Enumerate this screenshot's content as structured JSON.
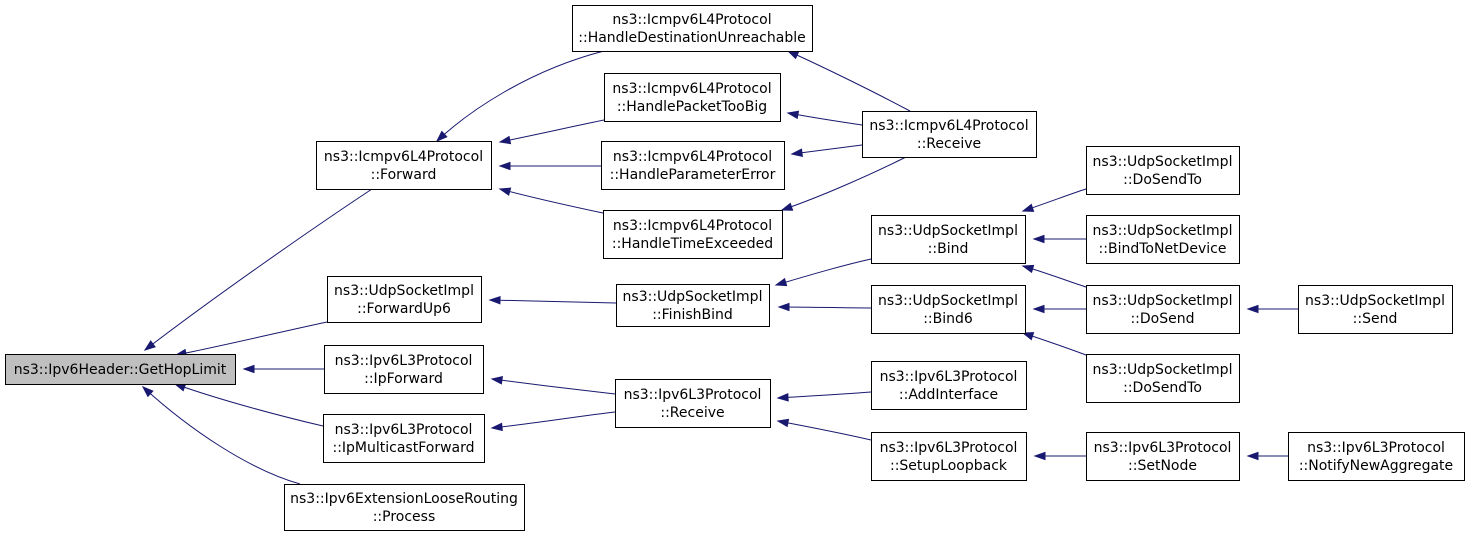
{
  "diagram": {
    "nodes": {
      "n_root": [
        "ns3::Ipv6Header::GetHopLimit"
      ],
      "n_fwd": [
        "ns3::Icmpv6L4Protocol",
        "::Forward"
      ],
      "n_udpfu": [
        "ns3::UdpSocketImpl",
        "::ForwardUp6"
      ],
      "n_ipfwd": [
        "ns3::Ipv6L3Protocol",
        "::IpForward"
      ],
      "n_ipmc": [
        "ns3::Ipv6L3Protocol",
        "::IpMulticastForward"
      ],
      "n_loose": [
        "ns3::Ipv6ExtensionLooseRouting",
        "::Process"
      ],
      "n_hdu": [
        "ns3::Icmpv6L4Protocol",
        "::HandleDestinationUnreachable"
      ],
      "n_hptb": [
        "ns3::Icmpv6L4Protocol",
        "::HandlePacketTooBig"
      ],
      "n_hpe": [
        "ns3::Icmpv6L4Protocol",
        "::HandleParameterError"
      ],
      "n_hte": [
        "ns3::Icmpv6L4Protocol",
        "::HandleTimeExceeded"
      ],
      "n_fb": [
        "ns3::UdpSocketImpl",
        "::FinishBind"
      ],
      "n_l3rcv": [
        "ns3::Ipv6L3Protocol",
        "::Receive"
      ],
      "n_icrcv": [
        "ns3::Icmpv6L4Protocol",
        "::Receive"
      ],
      "n_bind": [
        "ns3::UdpSocketImpl",
        "::Bind"
      ],
      "n_bind6": [
        "ns3::UdpSocketImpl",
        "::Bind6"
      ],
      "n_addif": [
        "ns3::Ipv6L3Protocol",
        "::AddInterface"
      ],
      "n_loop": [
        "ns3::Ipv6L3Protocol",
        "::SetupLoopback"
      ],
      "n_dst1": [
        "ns3::UdpSocketImpl",
        "::DoSendTo"
      ],
      "n_btnd": [
        "ns3::UdpSocketImpl",
        "::BindToNetDevice"
      ],
      "n_dosend": [
        "ns3::UdpSocketImpl",
        "::DoSend"
      ],
      "n_dst2": [
        "ns3::UdpSocketImpl",
        "::DoSendTo"
      ],
      "n_setnode": [
        "ns3::Ipv6L3Protocol",
        "::SetNode"
      ],
      "n_send": [
        "ns3::UdpSocketImpl",
        "::Send"
      ],
      "n_nna": [
        "ns3::Ipv6L3Protocol",
        "::NotifyNewAggregate"
      ]
    },
    "edges": [
      [
        "n_fwd",
        "n_root"
      ],
      [
        "n_udpfu",
        "n_root"
      ],
      [
        "n_ipfwd",
        "n_root"
      ],
      [
        "n_ipmc",
        "n_root"
      ],
      [
        "n_loose",
        "n_root"
      ],
      [
        "n_hdu",
        "n_fwd"
      ],
      [
        "n_hptb",
        "n_fwd"
      ],
      [
        "n_hpe",
        "n_fwd"
      ],
      [
        "n_hte",
        "n_fwd"
      ],
      [
        "n_fb",
        "n_udpfu"
      ],
      [
        "n_l3rcv",
        "n_ipfwd"
      ],
      [
        "n_l3rcv",
        "n_ipmc"
      ],
      [
        "n_icrcv",
        "n_hdu"
      ],
      [
        "n_icrcv",
        "n_hptb"
      ],
      [
        "n_icrcv",
        "n_hpe"
      ],
      [
        "n_icrcv",
        "n_hte"
      ],
      [
        "n_bind",
        "n_fb"
      ],
      [
        "n_bind6",
        "n_fb"
      ],
      [
        "n_addif",
        "n_l3rcv"
      ],
      [
        "n_loop",
        "n_l3rcv"
      ],
      [
        "n_dst1",
        "n_bind"
      ],
      [
        "n_btnd",
        "n_bind"
      ],
      [
        "n_dosend",
        "n_bind"
      ],
      [
        "n_dosend",
        "n_bind6"
      ],
      [
        "n_dst2",
        "n_bind6"
      ],
      [
        "n_setnode",
        "n_loop"
      ],
      [
        "n_send",
        "n_dosend"
      ],
      [
        "n_nna",
        "n_setnode"
      ]
    ],
    "colors": {
      "edge": "#191970",
      "node_border": "#000000",
      "node_fill": "#ffffff",
      "root_fill": "#bfbfbf"
    }
  }
}
